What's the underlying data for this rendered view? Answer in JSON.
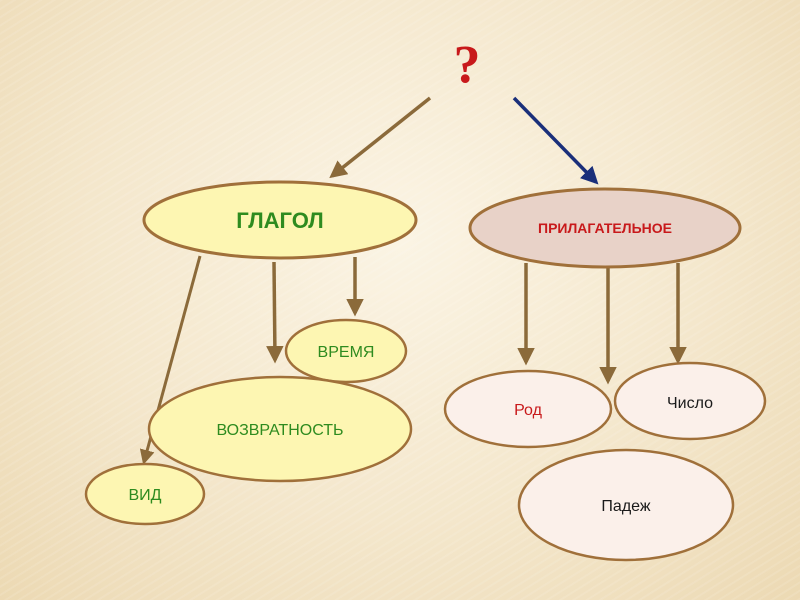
{
  "diagram": {
    "question_mark": "?",
    "nodes": {
      "verb": "ГЛАГОЛ",
      "adjective": "ПРИЛАГАТЕЛЬНОЕ",
      "tense": "ВРЕМЯ",
      "reflexivity": "ВОЗВРАТНОСТЬ",
      "aspect": "ВИД",
      "gender": "Род",
      "number": "Число",
      "case": "Падеж"
    }
  },
  "colors": {
    "question_mark": "#c8191b",
    "node_border": "#a0703a",
    "verb_fill": "#fdf6b2",
    "adjective_fill": "#e8d2c8",
    "light_fill": "#fbf0ea",
    "green_text": "#2e8b1f",
    "red_text": "#c8191b",
    "arrow_brown": "#8b6a3a",
    "arrow_navy": "#1a2f7a"
  }
}
